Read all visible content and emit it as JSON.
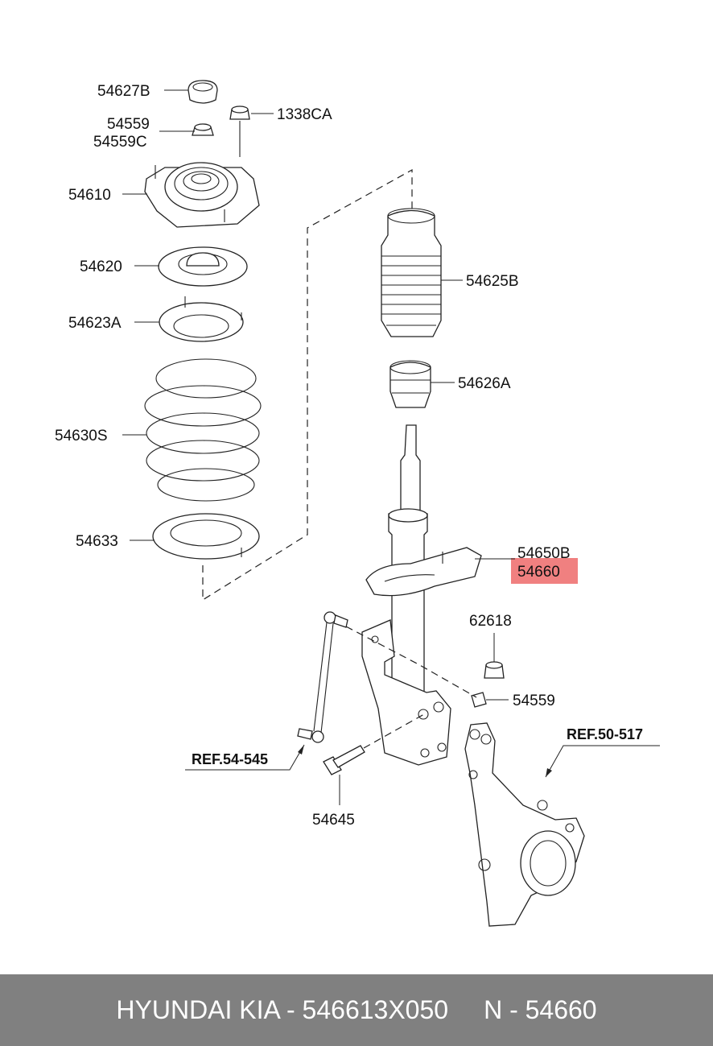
{
  "labels": {
    "p54627b": "54627B",
    "p54559_top": "54559",
    "p54559c": "54559C",
    "p1338ca": "1338CA",
    "p54610": "54610",
    "p54620": "54620",
    "p54623a": "54623A",
    "p54630s": "54630S",
    "p54633": "54633",
    "p54625b": "54625B",
    "p54626a": "54626A",
    "p54650b": "54650B",
    "p54660": "54660",
    "p62618": "62618",
    "p54559_low": "54559",
    "p54645": "54645",
    "ref_54545": "REF.54-545",
    "ref_50517": "REF.50-517"
  },
  "highlight": {
    "part": "54660",
    "color": "#f08080"
  },
  "footer": {
    "brand": "HYUNDAI KIA - 546613X050",
    "ref": "N - 54660"
  }
}
